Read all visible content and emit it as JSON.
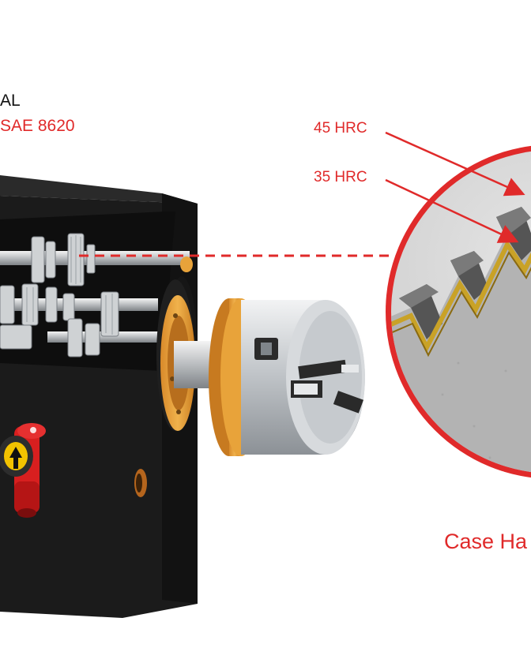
{
  "labels": {
    "material": "AL",
    "steel": "SAE 8620",
    "hardness_surface": "45 HRC",
    "hardness_core": "35 HRC",
    "caption": "Case Ha"
  },
  "colors": {
    "accent_red": "#e02a2a",
    "housing_black": "#1c1c1c",
    "flange_orange": "#e8a33a",
    "chuck_steel": "#b8bcc0",
    "case_layer_gold": "#c9a227",
    "tooth_gray": "#6b6b6b"
  },
  "icons": {
    "handle_arrow": "up-arrow-icon"
  }
}
